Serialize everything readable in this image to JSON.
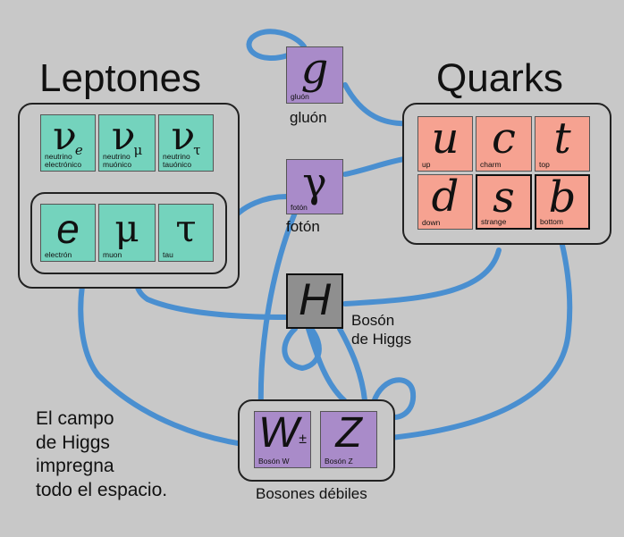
{
  "titles": {
    "leptons": "Leptones",
    "quarks": "Quarks"
  },
  "leptons": {
    "neutrinos": [
      {
        "symbol": "ν",
        "subscript": "e",
        "name": "neutrino electrónico"
      },
      {
        "symbol": "ν",
        "subscript": "μ",
        "name": "neutrino muónico"
      },
      {
        "symbol": "ν",
        "subscript": "τ",
        "name": "neutrino tauónico"
      }
    ],
    "charged": [
      {
        "symbol": "e",
        "name": "electrón"
      },
      {
        "symbol": "μ",
        "name": "muon"
      },
      {
        "symbol": "τ",
        "name": "tau"
      }
    ]
  },
  "quarks": [
    {
      "symbol": "u",
      "name": "up"
    },
    {
      "symbol": "c",
      "name": "charm"
    },
    {
      "symbol": "t",
      "name": "top"
    },
    {
      "symbol": "d",
      "name": "down"
    },
    {
      "symbol": "s",
      "name": "strange"
    },
    {
      "symbol": "b",
      "name": "bottom"
    }
  ],
  "gluon": {
    "symbol": "g",
    "tile_name": "gluón",
    "label": "gluón"
  },
  "photon": {
    "symbol": "γ",
    "tile_name": "fotón",
    "label": "fotón"
  },
  "higgs": {
    "symbol": "H",
    "label_line1": "Bosón",
    "label_line2": "de Higgs"
  },
  "weak": {
    "w": {
      "symbol": "W",
      "superscript": "±",
      "name": "Bosón W"
    },
    "z": {
      "symbol": "Z",
      "name": "Bosón Z"
    },
    "label": "Bosones débiles"
  },
  "caption": {
    "line1": "El campo",
    "line2": "de Higgs",
    "line3": "impregna",
    "line4": "todo el espacio."
  },
  "colors": {
    "background": "#c8c8c8",
    "lepton": "#74d3bd",
    "quark": "#f6a291",
    "boson": "#a98bc9",
    "higgs": "#8f8f8f",
    "connector": "#4a8fd0"
  }
}
